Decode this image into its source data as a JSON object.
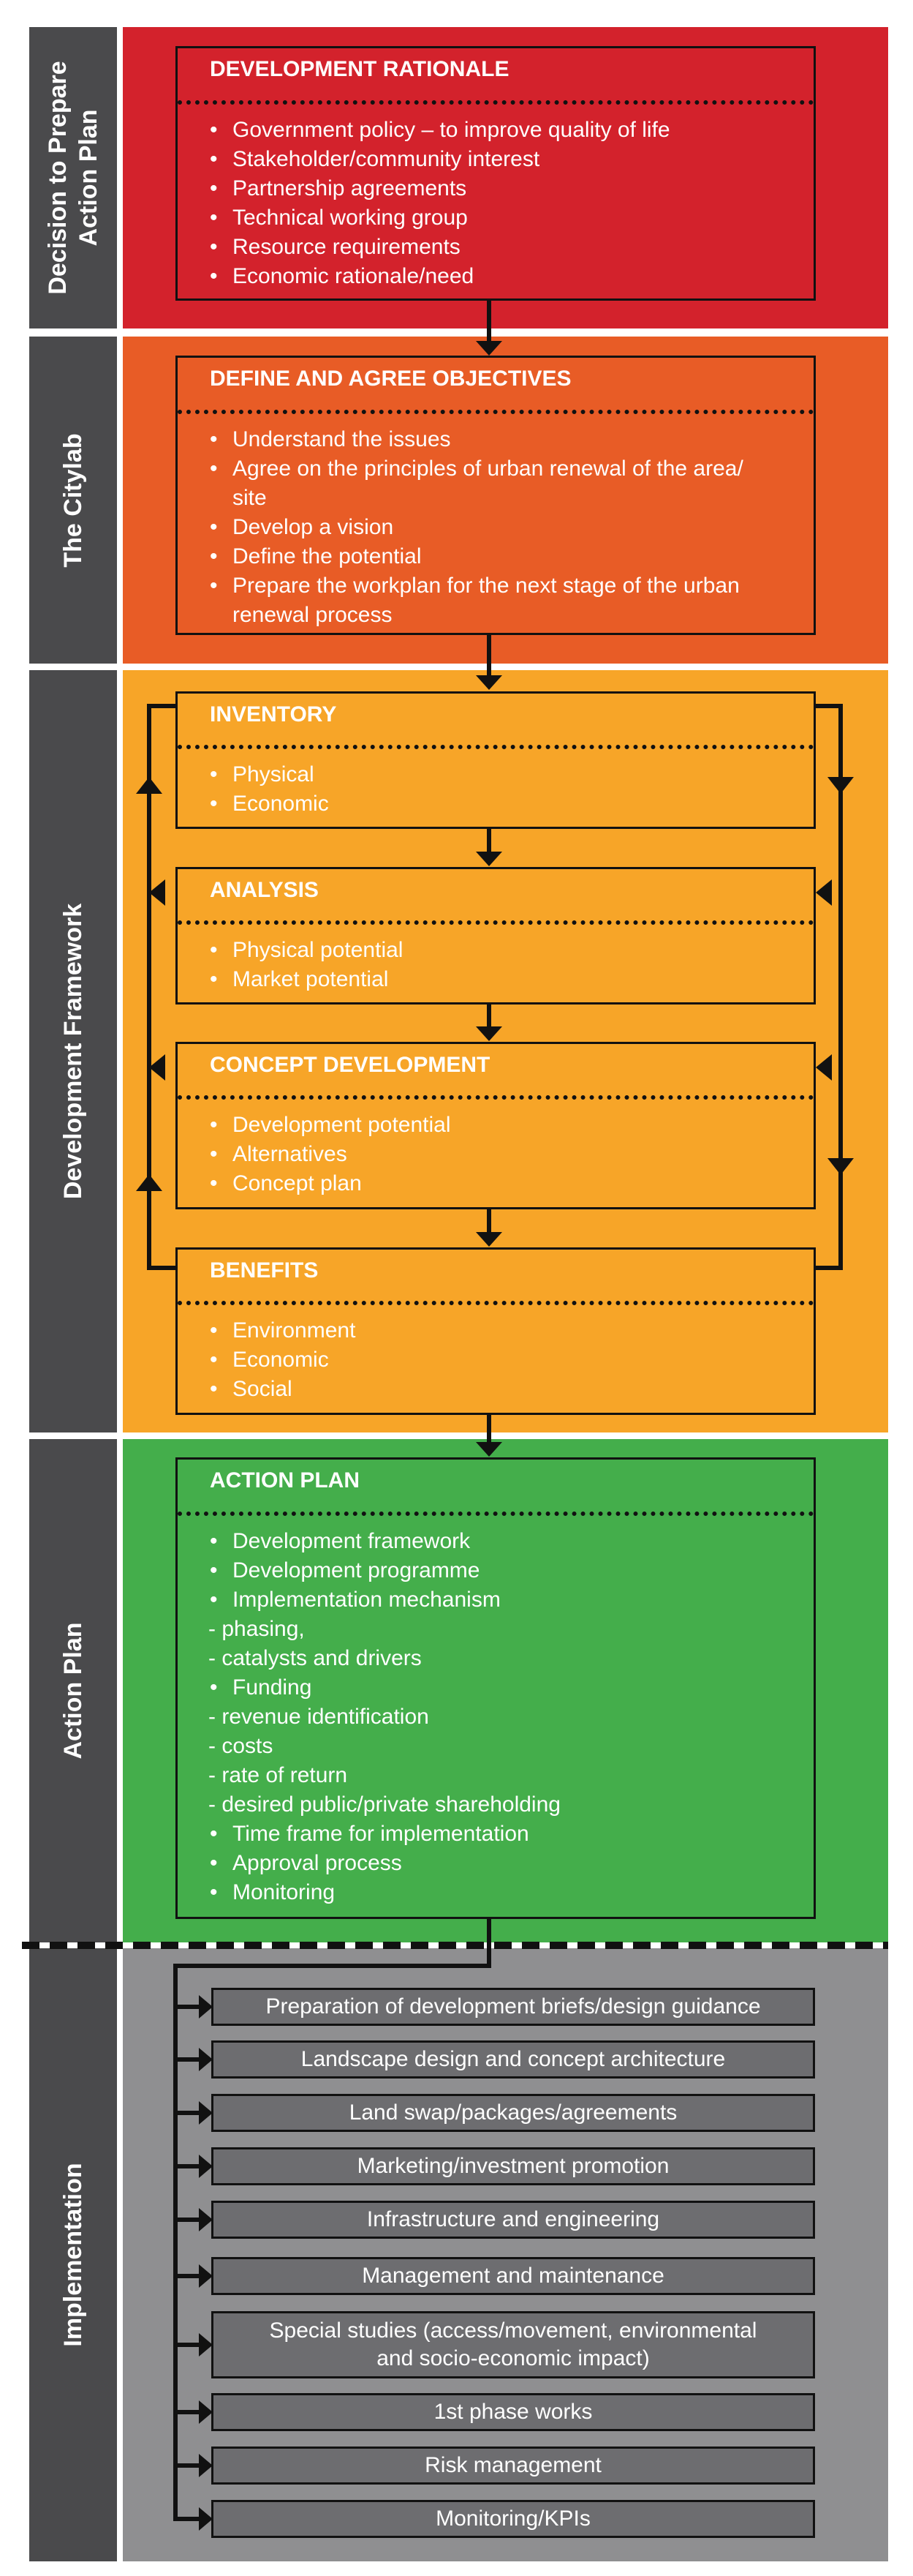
{
  "colors": {
    "sidebar": "#4a4a4c",
    "decision": "#d3222c",
    "citylab": "#e85c26",
    "framework": "#f7a528",
    "action": "#44ae4b",
    "implementation": "#8f8f91",
    "implementation_item": "#6d6d70",
    "line": "#111111"
  },
  "sections": {
    "decision": {
      "label": "Decision to Prepare\nAction Plan",
      "title": "DEVELOPMENT RATIONALE",
      "items": [
        "Government policy – to improve quality of life",
        "Stakeholder/community interest",
        "Partnership agreements",
        "Technical working group",
        "Resource requirements",
        "Economic rationale/need"
      ]
    },
    "citylab": {
      "label": "The Citylab",
      "title": "DEFINE AND AGREE OBJECTIVES",
      "items": [
        "Understand the issues",
        "Agree on the principles of urban renewal of the area/\nsite",
        "Develop a vision",
        "Define the potential",
        "Prepare the workplan for the next stage of the urban\nrenewal process"
      ]
    },
    "framework": {
      "label": "Development Framework",
      "boxes": [
        {
          "title": "INVENTORY",
          "items": [
            "Physical",
            "Economic"
          ]
        },
        {
          "title": "ANALYSIS",
          "items": [
            "Physical potential",
            "Market potential"
          ]
        },
        {
          "title": "CONCEPT DEVELOPMENT",
          "items": [
            "Development potential",
            "Alternatives",
            "Concept plan"
          ]
        },
        {
          "title": "BENEFITS",
          "items": [
            "Environment",
            "Economic",
            "Social"
          ]
        }
      ]
    },
    "action": {
      "label": "Action Plan",
      "title": "ACTION PLAN",
      "items": [
        {
          "text": "Development framework",
          "sub": false
        },
        {
          "text": "Development programme",
          "sub": false
        },
        {
          "text": "Implementation mechanism",
          "sub": false
        },
        {
          "text": "- phasing,",
          "sub": true
        },
        {
          "text": "- catalysts and drivers",
          "sub": true
        },
        {
          "text": "Funding",
          "sub": false
        },
        {
          "text": "- revenue identification",
          "sub": true
        },
        {
          "text": "- costs",
          "sub": true
        },
        {
          "text": "- rate of return",
          "sub": true
        },
        {
          "text": "- desired public/private shareholding",
          "sub": true
        },
        {
          "text": "Time frame for implementation",
          "sub": false
        },
        {
          "text": "Approval process",
          "sub": false
        },
        {
          "text": "Monitoring",
          "sub": false
        }
      ]
    },
    "implementation": {
      "label": "Implementation",
      "items": [
        "Preparation of development briefs/design guidance",
        "Landscape design and concept architecture",
        "Land swap/packages/agreements",
        "Marketing/investment promotion",
        "Infrastructure and engineering",
        "Management and maintenance",
        "Special studies (access/movement, environmental\nand socio-economic impact)",
        "1st phase works",
        "Risk management",
        "Monitoring/KPIs"
      ]
    }
  }
}
